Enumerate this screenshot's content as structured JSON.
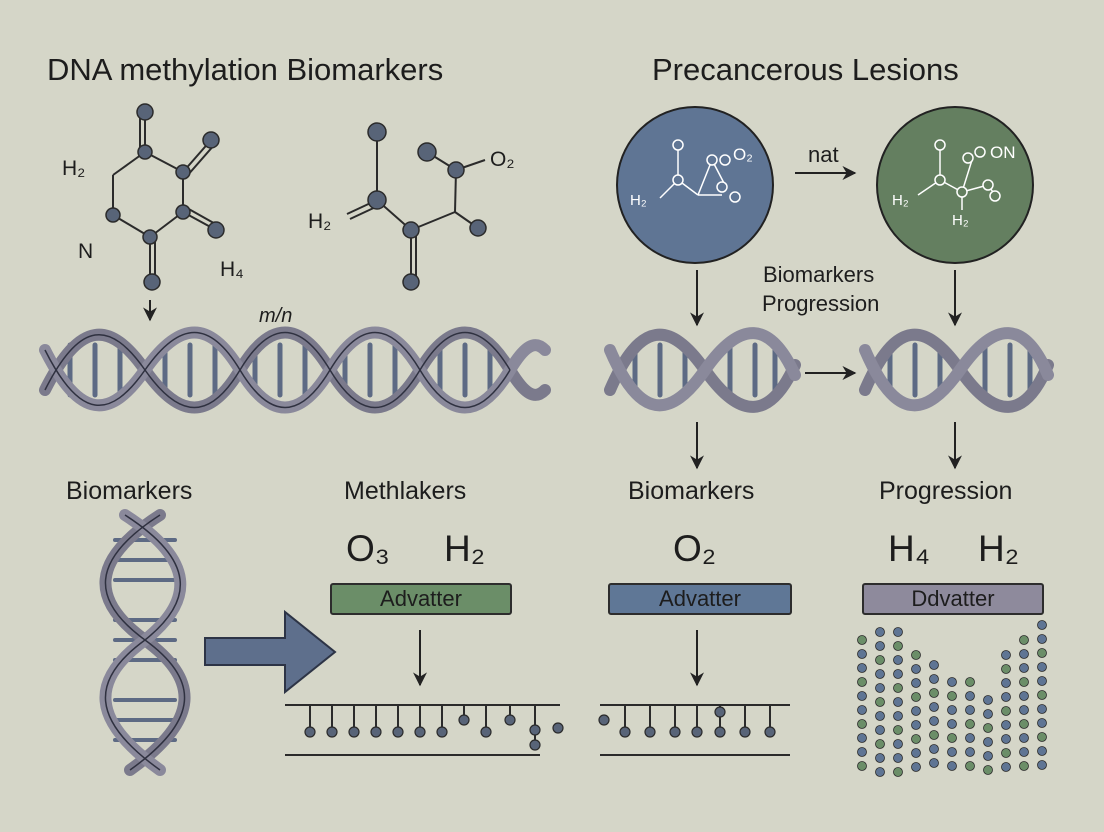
{
  "left": {
    "title": "DNA methylation Biomarkers",
    "molecule1": {
      "h2": "H₂",
      "n": "N",
      "h4": "H₄"
    },
    "molecule2": {
      "o2": "O₂",
      "h2": "H₂"
    },
    "helix_label": "m/n",
    "bottom_label1": "Biomarkers",
    "bottom_label2": "Methlakers",
    "formula1": "O₃",
    "formula2": "H₂",
    "box_label": "Advatter"
  },
  "right": {
    "title": "Precancerous Lesions",
    "circle1": {
      "o2": "O₂",
      "h2": "H₂"
    },
    "circle2": {
      "on": "ON",
      "h2a": "H₂",
      "h2b": "H₂"
    },
    "arrow_label": "nat",
    "center_label_line1": "Biomarkers",
    "center_label_line2": "Progression",
    "bottom_label1": "Biomarkers",
    "bottom_label2": "Progression",
    "formula1": "O₂",
    "formula2": "H₄",
    "formula3": "H₂",
    "box1_label": "Advatter",
    "box2_label": "Ddvatter"
  },
  "colors": {
    "background": "#d5d6c8",
    "circle_blue": "#5f7594",
    "circle_green": "#647f60",
    "box_green": "#6b8e68",
    "box_blue": "#5f7796",
    "box_purple": "#8e8a9c",
    "arrow_blue": "#5e6f8c",
    "node": "#586478"
  }
}
